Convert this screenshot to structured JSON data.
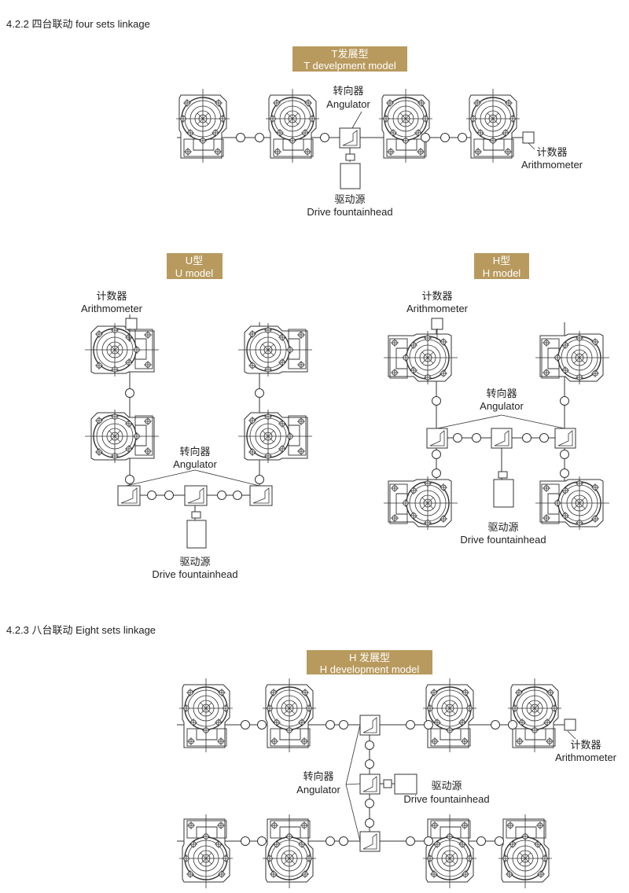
{
  "sections": [
    {
      "heading": "4.2.2  四台联动  four sets linkage"
    },
    {
      "heading": "4.2.3  八台联动    Eight sets linkage"
    }
  ],
  "colors": {
    "label_bg": "#b89a5e",
    "line": "#333333"
  },
  "t_model": {
    "title_cn": "T发展型",
    "title_en": "T  develpment model",
    "angulator_cn": "转向器",
    "angulator_en": "Angulator",
    "drive_cn": "驱动源",
    "drive_en": "Drive fountainhead",
    "counter_cn": "计数器",
    "counter_en": "Arithmometer"
  },
  "u_model": {
    "title_cn": "U型",
    "title_en": "U model",
    "angulator_cn": "转向器",
    "angulator_en": "Angulator",
    "drive_cn": "驱动源",
    "drive_en": "Drive fountainhead",
    "counter_cn": "计数器",
    "counter_en": "Arithmometer"
  },
  "h_model": {
    "title_cn": "H型",
    "title_en": "H model",
    "angulator_cn": "转向器",
    "angulator_en": "Angulator",
    "drive_cn": "驱动源",
    "drive_en": "Drive fountainhead",
    "counter_cn": "计数器",
    "counter_en": "Arithmometer"
  },
  "h_dev_model": {
    "title_cn": "H 发展型",
    "title_en": "H  development model",
    "angulator_cn": "转向器",
    "angulator_en": "Angulator",
    "drive_cn": "驱动源",
    "drive_en": "Drive fountainhead",
    "counter_cn": "计数器",
    "counter_en": "Arithmometer"
  }
}
